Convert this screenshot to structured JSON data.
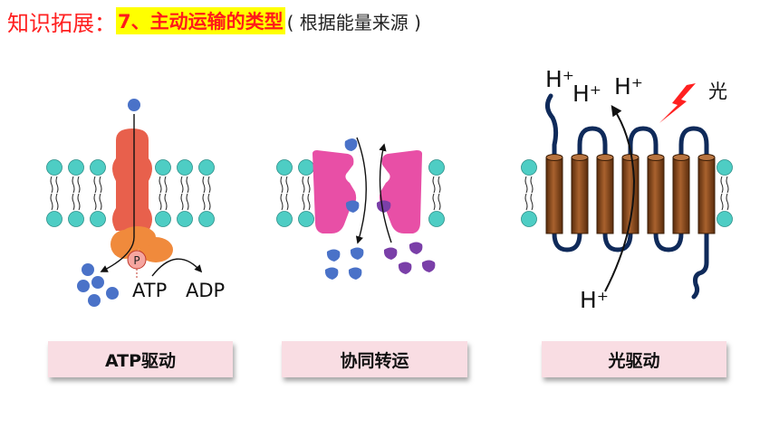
{
  "title": {
    "prefix": "知识拓展：",
    "highlight": "7、主动运输的类型",
    "suffix": "( 根据能量来源 )"
  },
  "panels": [
    {
      "label": "ATP驱动",
      "texts": {
        "p": "P",
        "atp": "ATP",
        "adp": "ADP"
      }
    },
    {
      "label": "协同转运"
    },
    {
      "label": "光驱动",
      "texts": {
        "h1": "H⁺",
        "h2": "H⁺",
        "h3": "H⁺",
        "h_bottom": "H⁺",
        "light": "光"
      }
    }
  ],
  "colors": {
    "lipid_head": "#4ecdc4",
    "atp_pump": "#e8604c",
    "atp_pump_base": "#f08a3c",
    "cotransporter": "#e84fa6",
    "solute_blue": "#4a72c8",
    "solute_purple": "#7a3fa8",
    "bacteriorhodopsin_helix": "#8a4a1e",
    "helix_loop": "#0f2a5a",
    "light_bolt": "#ff2020",
    "label_bg": "#f9dde3"
  }
}
